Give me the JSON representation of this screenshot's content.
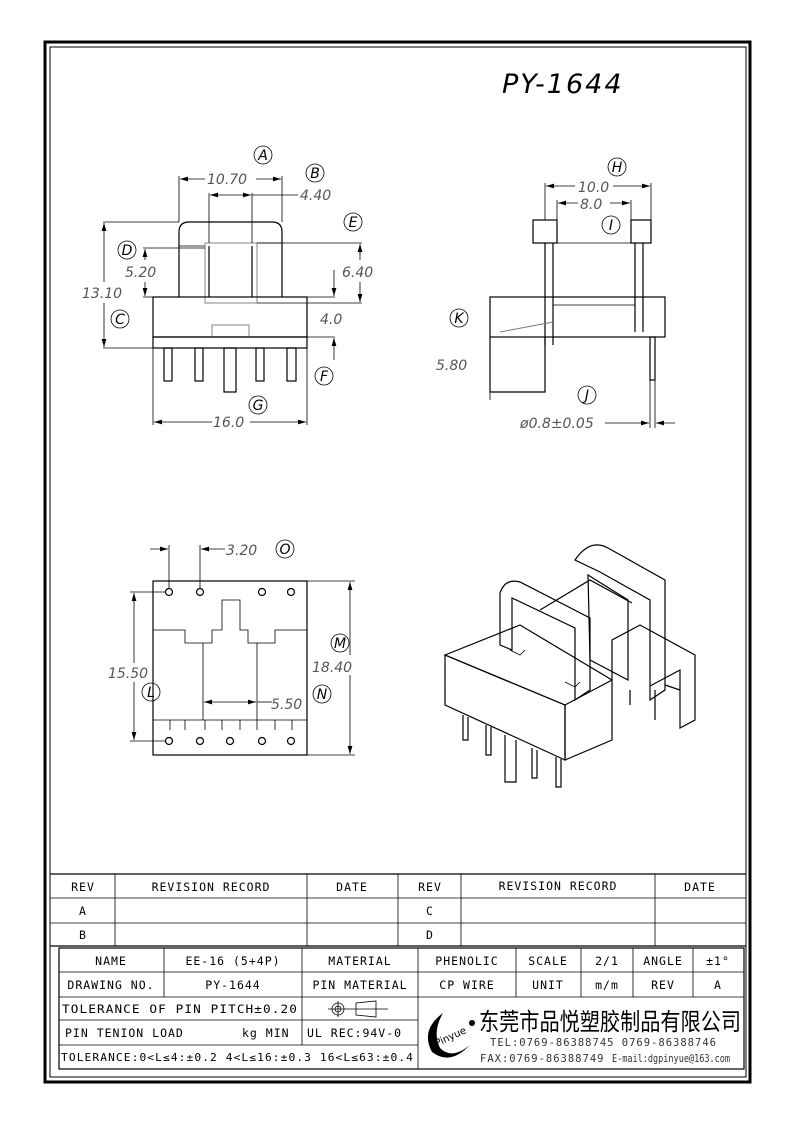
{
  "drawing_title": "PY-1644",
  "labels": {
    "A": "A",
    "B": "B",
    "C": "C",
    "D": "D",
    "E": "E",
    "F": "F",
    "G": "G",
    "H": "H",
    "I": "I",
    "J": "J",
    "K": "K",
    "L": "L",
    "M": "M",
    "N": "N",
    "O": "O"
  },
  "dimensions": {
    "A": "10.70",
    "B": "4.40",
    "C": "13.10",
    "D": "5.20",
    "E": "6.40",
    "F": "4.0",
    "G": "16.0",
    "H": "10.0",
    "I": "8.0",
    "K": "5.80",
    "J": "ø0.8±0.05",
    "O": "3.20",
    "L": "15.50",
    "M": "18.40",
    "N": "5.50"
  },
  "revision_table": {
    "headers": [
      "REV",
      "REVISION RECORD",
      "DATE",
      "REV",
      "REVISION RECORD",
      "DATE"
    ],
    "rows": [
      [
        "A",
        "",
        "",
        "C",
        "",
        ""
      ],
      [
        "B",
        "",
        "",
        "D",
        "",
        ""
      ]
    ]
  },
  "title_block": {
    "name_label": "NAME",
    "name": "EE-16 (5+4P)",
    "material_label": "MATERIAL",
    "material": "PHENOLIC",
    "scale_label": "SCALE",
    "scale": "2/1",
    "angle_label": "ANGLE",
    "angle": "±1°",
    "drawing_no_label": "DRAWING NO.",
    "drawing_no": "PY-1644",
    "pin_material_label": "PIN MATERIAL",
    "pin_material": "CP WIRE",
    "unit_label": "UNIT",
    "unit": "m/m",
    "rev_label": "REV",
    "rev": "A",
    "pin_pitch_tolerance": "TOLERANCE OF PIN PITCH±0.20",
    "pin_tension_label": "PIN TENION LOAD",
    "pin_tension_unit": "kg MIN",
    "ul_rec": "UL REC:94V-0",
    "tolerance": "TOLERANCE:0<L≤4:±0.2  4<L≤16:±0.3  16<L≤63:±0.4",
    "company": "东莞市品悦塑胶制品有限公司",
    "logo_text": "Pinyue",
    "tel": "TEL:0769-86388745   0769-86388746",
    "fax": "FAX:0769-86388749",
    "email": "E-mail:dgpinyue@163.com"
  }
}
